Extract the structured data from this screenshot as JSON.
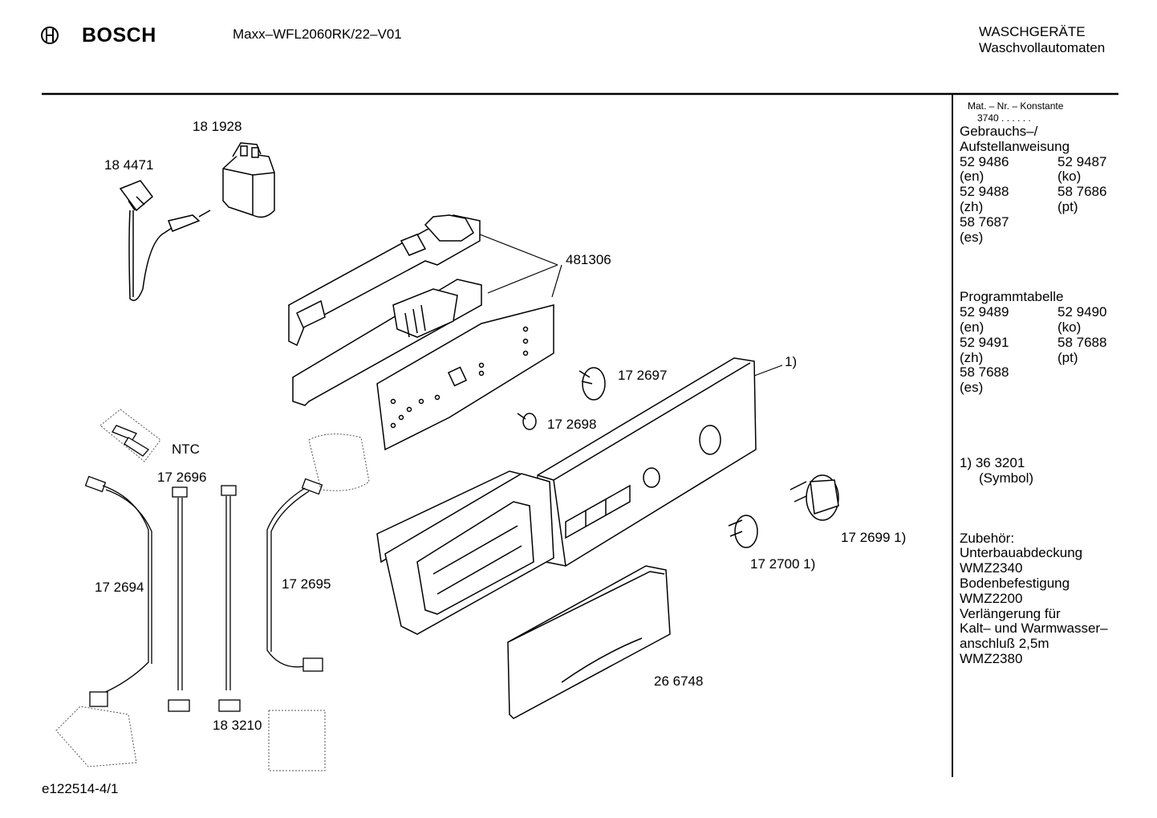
{
  "header": {
    "brand": "BOSCH",
    "model": "Maxx–WFL2060RK/22–V01",
    "category": "WASCHGERÄTE",
    "subcategory": "Waschvollautomaten"
  },
  "parts": {
    "p181928": "18 1928",
    "p184471": "18 4471",
    "p481306": "481306",
    "p172697": "17 2697",
    "p172698": "17 2698",
    "p1": "1)",
    "ntc": "NTC",
    "p172696": "17 2696",
    "p172694": "17 2694",
    "p172695": "17 2695",
    "p172699": "17 2699 1)",
    "p172700": "17 2700 1)",
    "p266748": "26 6748",
    "p183210": "18 3210"
  },
  "footer": {
    "drawing_id": "e122514-4/1"
  },
  "sidebar": {
    "mat_label": "Mat. – Nr. – Konstante",
    "mat_value": "3740 . . . . . .",
    "manual_title_1": "Gebrauchs–/",
    "manual_title_2": "Aufstellanweisung",
    "manual": [
      [
        "52 9486",
        "52 9487"
      ],
      [
        "(en)",
        "(ko)"
      ],
      [
        "52 9488",
        "58 7686"
      ],
      [
        "(zh)",
        "(pt)"
      ],
      [
        "58 7687",
        ""
      ],
      [
        "(es)",
        ""
      ]
    ],
    "program_title": "Programmtabelle",
    "program": [
      [
        "52 9489",
        "52 9490"
      ],
      [
        "(en)",
        "(ko)"
      ],
      [
        "52 9491",
        "58 7688"
      ],
      [
        "(zh)",
        "(pt)"
      ],
      [
        "58 7688",
        ""
      ],
      [
        "(es)",
        ""
      ]
    ],
    "note_1": "1) 36 3201",
    "note_2": "(Symbol)",
    "accessories_title": "Zubehör:",
    "accessories": [
      "Unterbauabdeckung",
      "WMZ2340",
      "Bodenbefestigung",
      "WMZ2200",
      "Verlängerung für",
      "Kalt– und Warmwasser–",
      "anschluß 2,5m",
      "WMZ2380"
    ]
  }
}
